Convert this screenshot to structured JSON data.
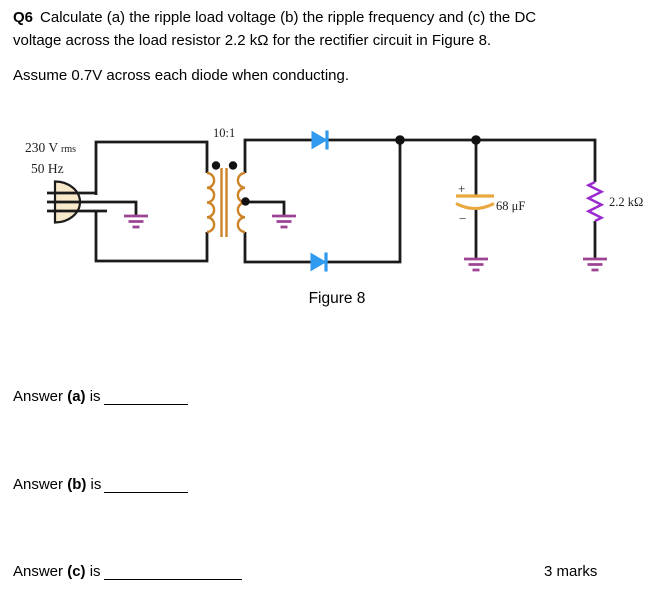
{
  "page": {
    "background": "#ffffff"
  },
  "question": {
    "number": "Q6",
    "line1": "Calculate (a) the ripple load voltage (b) the ripple frequency and (c) the DC",
    "line2": "voltage across the load resistor 2.2 kΩ for the rectifier circuit in Figure 8.",
    "note": "Assume 0.7V across each diode when conducting."
  },
  "circuit": {
    "source_voltage": "230 V",
    "source_voltage_sub": "rms",
    "source_frequency": "50 Hz",
    "transformer_ratio": "10:1",
    "capacitor_plus": "+",
    "capacitor_minus": "−",
    "capacitor_value": "68 μF",
    "resistor_value": "2.2 kΩ",
    "colors": {
      "wire": "#1b1b1b",
      "diode_blue": "#2f9af0",
      "winding_orange": "#cd8327",
      "capacitor_gold": "#eaa73e",
      "resistor_purple": "#9a2ad0",
      "ground_purple": "#9c4493",
      "plug_fill": "#f7e9c9",
      "label_text": "#222222"
    }
  },
  "figure_caption": "Figure 8",
  "answers": [
    {
      "prefix": "Answer",
      "label": "(a)",
      "suffix": "is"
    },
    {
      "prefix": "Answer",
      "label": "(b)",
      "suffix": "is"
    },
    {
      "prefix": "Answer",
      "label": "(c)",
      "suffix": "is"
    }
  ],
  "marks_label": "3 marks"
}
